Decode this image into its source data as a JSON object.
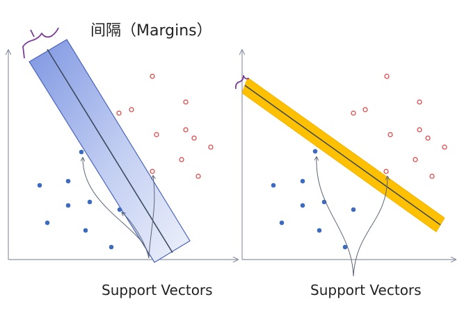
{
  "title": "间隔（Margins）",
  "captions": {
    "left": "Support Vectors",
    "right": "Support Vectors"
  },
  "colors": {
    "axis": "#8c95a8",
    "blue_point": "#3d6bbf",
    "red_point": "#e0393a",
    "wide_margin_fill": "#8fa6e6",
    "narrow_margin_fill": "#ffc000",
    "decision_line": "#3c4a5e",
    "brace": "#7b3c98",
    "arrow": "#5a6476"
  },
  "panels": [
    {
      "name": "wide-margin",
      "margin_style": "wide"
    },
    {
      "name": "narrow-margin",
      "margin_style": "narrow"
    }
  ]
}
